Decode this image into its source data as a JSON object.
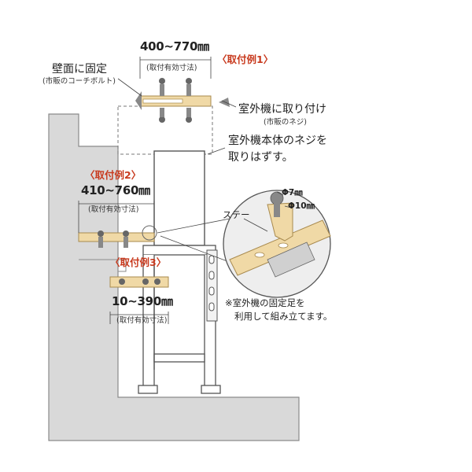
{
  "example1": {
    "dimension": "400~770㎜",
    "effective": "(取付有効寸法)",
    "label": "〈取付例1〉"
  },
  "wall_fix": {
    "title": "壁面に固定",
    "sub": "(市販のコーチボルト)"
  },
  "outdoor_attach": {
    "title": "室外機に取り付け",
    "sub": "(市販のネジ)"
  },
  "remove_screw": {
    "line1": "室外機本体のネジを",
    "line2": "取りはずす。"
  },
  "example2": {
    "label": "〈取付例2〉",
    "dimension": "410~760㎜",
    "effective": "(取付有効寸法)"
  },
  "example3": {
    "label": "〈取付例3〉",
    "dimension": "10~390㎜",
    "effective": "(取付有効寸法)"
  },
  "detail": {
    "phi_small": "Φ7㎜",
    "phi_large": "Φ10㎜",
    "stay": "ステー"
  },
  "footnote": {
    "line1": "※室外機の固定足を",
    "line2": "利用して組み立てます。"
  },
  "colors": {
    "wall": "#d9d9d9",
    "wall_edge": "#8a8a8a",
    "bracket": "#f0d9a6",
    "bracket_edge": "#a88a4e",
    "accent": "#c83a1e",
    "line": "#555555"
  }
}
